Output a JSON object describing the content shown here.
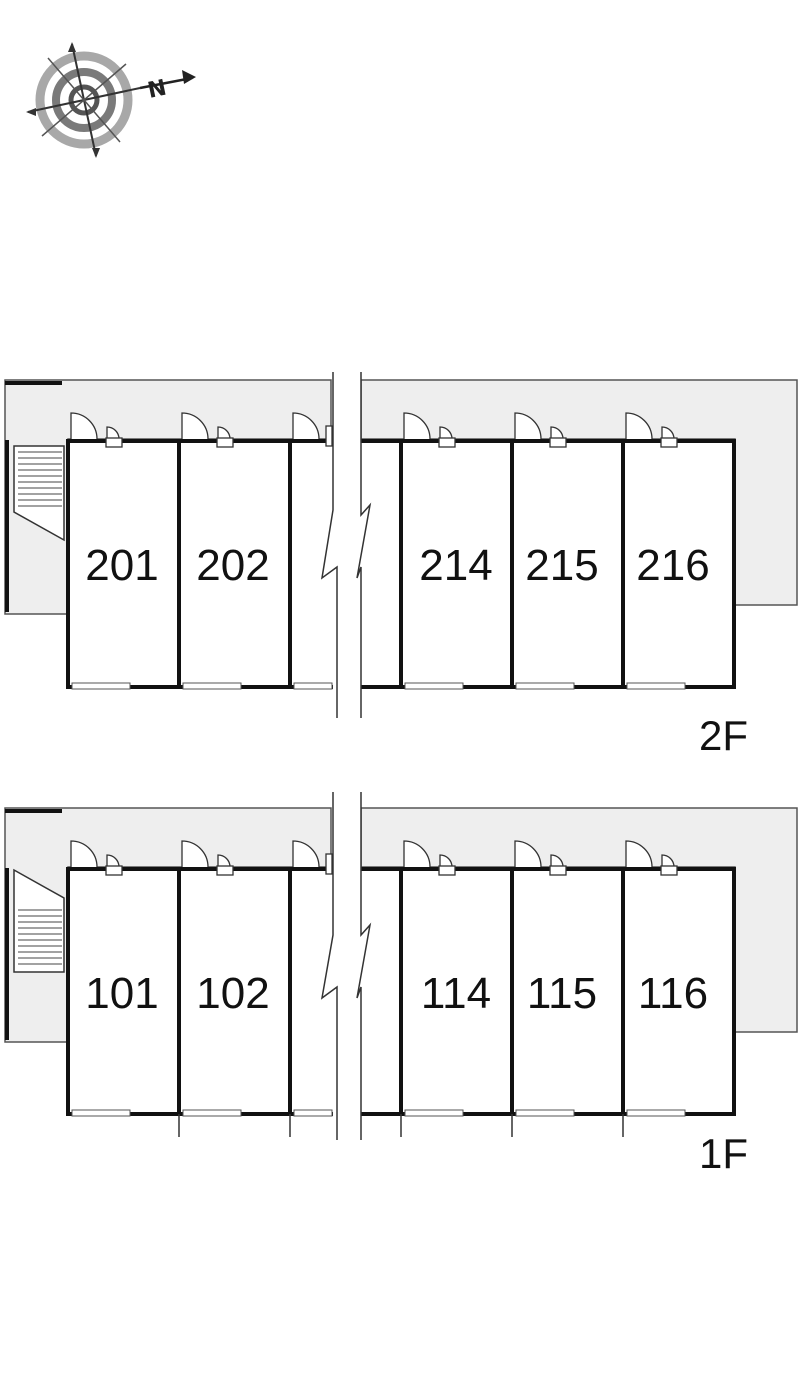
{
  "compass": {
    "label": "N",
    "icon": "compass-rose-icon"
  },
  "floors": [
    {
      "id": "2F",
      "label": "2F",
      "units": [
        "201",
        "202",
        "214",
        "215",
        "216"
      ]
    },
    {
      "id": "1F",
      "label": "1F",
      "units": [
        "101",
        "102",
        "114",
        "115",
        "116"
      ]
    }
  ],
  "colors": {
    "corridor": "#eeeeee",
    "wall": "#111111",
    "line": "#555555"
  }
}
